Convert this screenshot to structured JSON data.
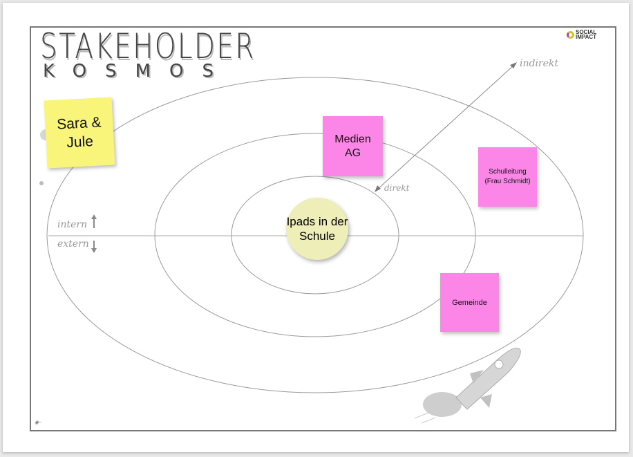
{
  "title": "STAKEHOLDER",
  "subtitle": "KOSMOS",
  "logo": {
    "line1": "SOCIAL",
    "line2": "IMPACT"
  },
  "labels": {
    "indirekt": "indirekt",
    "direkt": "direkt",
    "intern": "intern",
    "extern": "extern"
  },
  "center": {
    "text": "Ipads in der Schule",
    "color": "#eeeeb8"
  },
  "notes": [
    {
      "text": "Sara & Jule",
      "color": "#f8f57a"
    },
    {
      "text": "Medien AG",
      "color": "#fb86e8"
    },
    {
      "text": "Schulleitung (Frau Schmidt)",
      "color": "#fb86e8"
    },
    {
      "text": "Gemeinde",
      "color": "#fb86e8"
    }
  ]
}
